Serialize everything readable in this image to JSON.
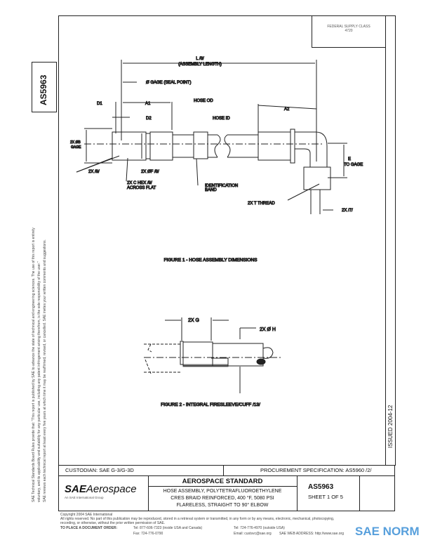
{
  "header": {
    "federal_supply_class": "FEDERAL SUPPLY CLASS",
    "fsc_number": "4720"
  },
  "side": {
    "doc_number": "AS5963",
    "issued": "ISSUED 2004-12",
    "disclaimer_line1": "SAE Technical Standards Board Rules provide that: \"This report is published by SAE to advance the state of technical and engineering sciences. The use of this report is entirely",
    "disclaimer_line2": "voluntary, and its applicability and suitability for any particular use, including any patent infringement arising therefrom, is the sole responsibility of the user.\"",
    "disclaimer_line3": "SAE reviews each technical report at least every five years at which time it may be reaffirmed, revised, or cancelled. SAE invites your written comments and suggestions."
  },
  "figure1": {
    "caption": "FIGURE 1 - HOSE ASSEMBLY DIMENSIONS",
    "labels": {
      "l": "L /8/",
      "assembly_length": "(ASSEMBLY LENGTH)",
      "gage": "Ø GAGE (SEAL POINT)",
      "d1": "D1",
      "a1": "A1",
      "d2": "D2",
      "hose_od": "HOSE OD",
      "hose_id": "HOSE ID",
      "a2": "A2",
      "b_gage": "2X ØB",
      "b_gage2": "GAGE",
      "e": "E",
      "to_gage": "TO GAGE",
      "x9": "2X /9/",
      "f8": "2X ØF /8/",
      "hex1": "2X C HEX /9/",
      "hex2": "ACROSS FLAT",
      "idband1": "IDENTIFICATION",
      "idband2": "BAND",
      "thread": "2X T THREAD",
      "x7": "2X /7/"
    }
  },
  "figure2": {
    "caption": "FIGURE 2 - INTEGRAL FIRESLEEVE/CUFF /13/",
    "labels": {
      "g": "2X G",
      "h": "2X Ø H"
    }
  },
  "title_block": {
    "custodian": "CUSTODIAN: SAE G-3/G-3D",
    "procurement": "PROCUREMENT SPECIFICATION: AS5960 /2/",
    "logo_sae": "SAE",
    "logo_aerospace": "Aerospace",
    "logo_tagline": "An SAE International Group",
    "standard": "AEROSPACE STANDARD",
    "title_line1": "HOSE ASSEMBLY, POLYTETRAFLUOROETHYLENE",
    "title_line2": "CRES BRAID REINFORCED, 400 °F, 5080 PSI",
    "title_line3": "FLARELESS, STRAIGHT TO 90° ELBOW",
    "doc_number": "AS5963",
    "sheet": "SHEET 1 OF 5"
  },
  "footer": {
    "copyright": "Copyright 2004 SAE International",
    "rights": "All rights reserved. No part of this publication may be reproduced, stored in a retrieval system or transmitted, in any form or by any means, electronic, mechanical, photocopying,",
    "rights2": "recording, or otherwise, without the prior written permission of SAE.",
    "order_label": "TO PLACE A DOCUMENT ORDER:",
    "tel1": "Tel: 877-606-7323 (inside USA and Canada)",
    "fax": "Fax: 724-776-0790",
    "tel2": "Tel: 724-776-4970 (outside USA)",
    "email": "Email: custsvc@sae.org",
    "web": "SAE WEB ADDRESS: http://www.sae.org"
  },
  "watermark": {
    "text": "SAE NORM",
    "color": "#3a8fd6"
  }
}
